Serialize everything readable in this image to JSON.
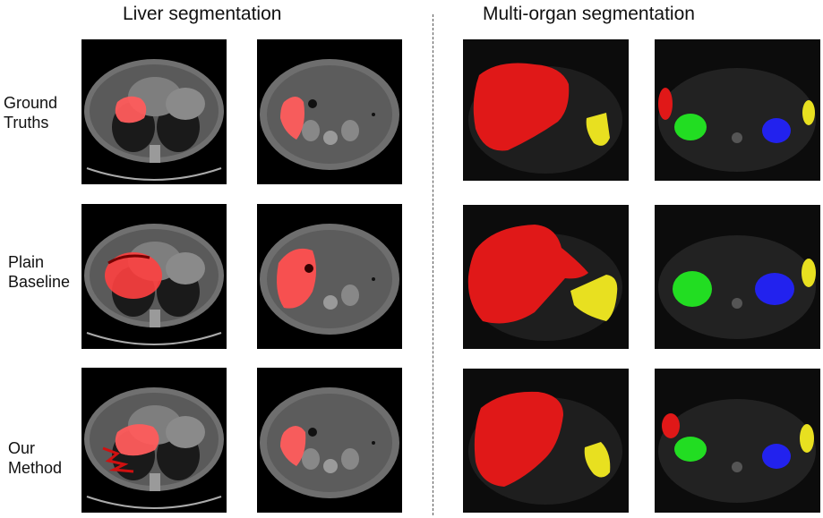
{
  "titles": {
    "liver": "Liver segmentation",
    "multi": "Multi-organ segmentation"
  },
  "rows": [
    {
      "line1": "Ground",
      "line2": "Truths"
    },
    {
      "line1": "Plain",
      "line2": "Baseline"
    },
    {
      "line1": "Our",
      "line2": "Method"
    }
  ],
  "colors": {
    "liver_overlay": "#ff4f4f",
    "multi_liver": "#e01818",
    "spleen": "#e8e020",
    "kidney_left": "#22dd22",
    "kidney_right": "#2222ee"
  }
}
